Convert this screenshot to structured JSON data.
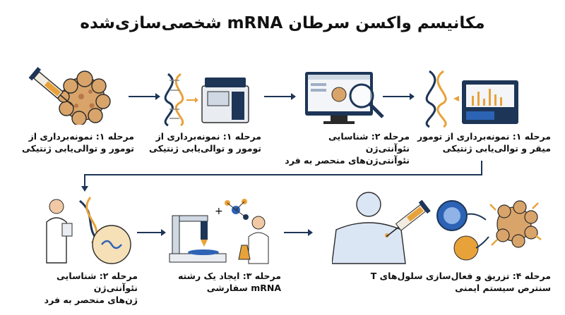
{
  "title": "مکانیسم واکسن سرطان mRNA شخصی‌سازی‌شده",
  "row1": [
    {
      "caption": "مرحله ۱: نمونه‌برداری از\nتومور و توالی‌یابی ژنتیکی"
    },
    {
      "caption": "مرحله ۱: نمونه‌برداری از\nتومور و توالی‌یابی ژنتیکی"
    },
    {
      "caption": "مرحله ۲: شناسایی نئوآنتی‌ژن\nنئوآنتی‌ژن‌های منحصر به فرد"
    },
    {
      "caption": "مرحله ۱: نمونه‌برداری از تومور\nمیقر و توالی‌یابی ژنتیکی"
    }
  ],
  "row2": [
    {
      "caption": "مرحله ۲: شناسایی نئوآنتی‌ژن\nژن‌های منحصر به فرد"
    },
    {
      "caption": "مرحله ۳: ایجاد یک رشته\nmRNA سفارشی"
    },
    {
      "caption": "مرحله ۴: تزریق و فعال‌سازی سلول‌های T\nسنترص سیستم ایمنی"
    }
  ],
  "colors": {
    "navy": "#1d3557",
    "orange": "#e8a23a",
    "tumor": "#d7a06b",
    "blue": "#2c63b5"
  }
}
